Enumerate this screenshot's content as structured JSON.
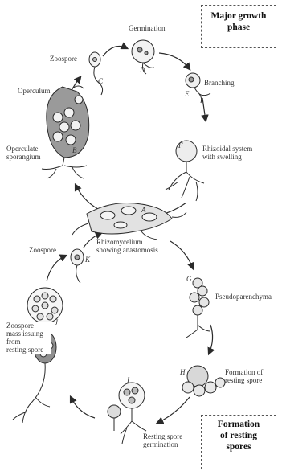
{
  "phases": {
    "growth": [
      "Major growth",
      "phase"
    ],
    "resting": [
      "Formation",
      "of resting",
      "spores"
    ]
  },
  "labels": {
    "germination": "Germination",
    "zoospore_top": "Zoospore",
    "operculum": "Operculum",
    "operculate": [
      "Operculate",
      "sporangium"
    ],
    "branching": "Branching",
    "rhizoidal": [
      "Rhizoidal system",
      "with swelling"
    ],
    "rhizomycelium": [
      "Rhizomycelium",
      "showing anastomosis"
    ],
    "zoospore_mid": "Zoospore",
    "pseudoparenchyma": "Pseudoparenchyma",
    "zoospore_issuing": [
      "Zoospore",
      "mass issuing",
      "from",
      "resting spore"
    ],
    "formation_resting": [
      "Formation of",
      "resting spore"
    ],
    "resting_germ": [
      "Resting spore",
      "germination"
    ]
  },
  "stage_letters": [
    "A",
    "B",
    "C",
    "D",
    "E",
    "F",
    "G",
    "H",
    "I",
    "J",
    "K"
  ],
  "colors": {
    "ink": "#2a2a2a",
    "fill": "#e9e9e9",
    "dark": "#8a8a8a"
  }
}
